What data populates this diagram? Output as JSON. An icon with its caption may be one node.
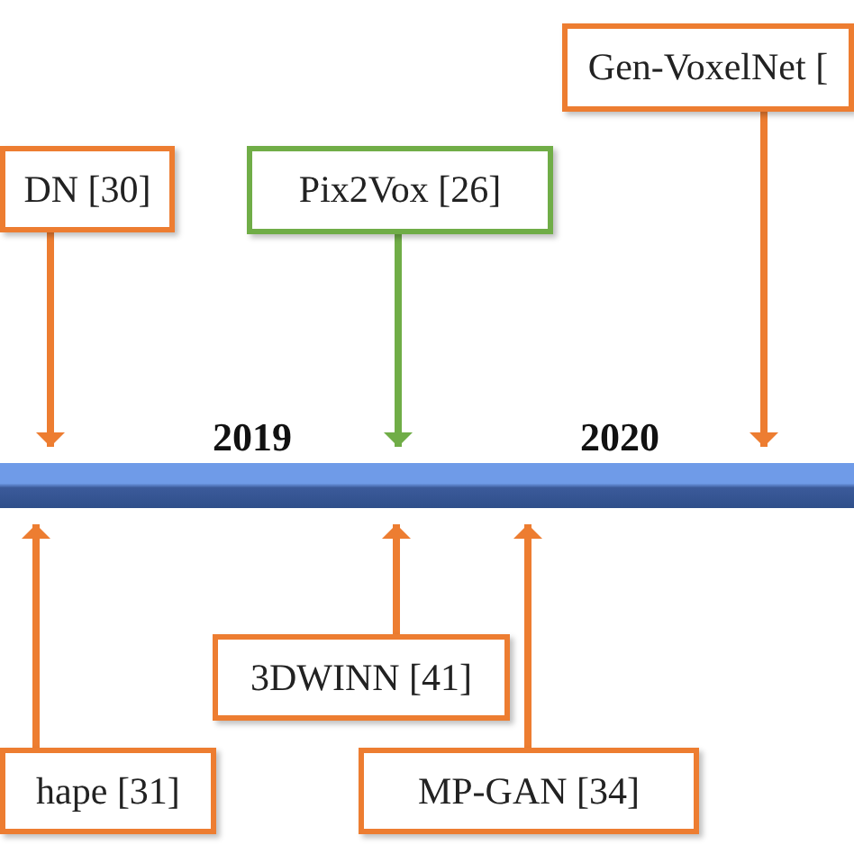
{
  "diagram": {
    "nodes": [
      {
        "text": [
          "Gen-VoxelNet ["
        ]
      },
      {
        "text": [
          "DN [30]"
        ]
      },
      {
        "text": [
          "Pix2Vox [26]"
        ]
      },
      {
        "text": [],
        "shape": "bar"
      },
      {
        "text": [
          "3DWINN [41]"
        ]
      },
      {
        "text": [
          "hape [31]"
        ]
      },
      {
        "text": [
          "MP-GAN [34]"
        ]
      }
    ],
    "edges": [
      {
        "from": 0,
        "to": 3,
        "arrow": "to"
      },
      {
        "from": 1,
        "to": 3,
        "arrow": "to"
      },
      {
        "from": 2,
        "to": 3,
        "arrow": "to",
        "color": "#70ad47"
      },
      {
        "from": 4,
        "to": 3,
        "arrow": "to"
      },
      {
        "from": 5,
        "to": 3,
        "arrow": "to"
      },
      {
        "from": 6,
        "to": 3,
        "arrow": "to"
      }
    ],
    "labels": [
      "2019",
      "2020"
    ]
  }
}
